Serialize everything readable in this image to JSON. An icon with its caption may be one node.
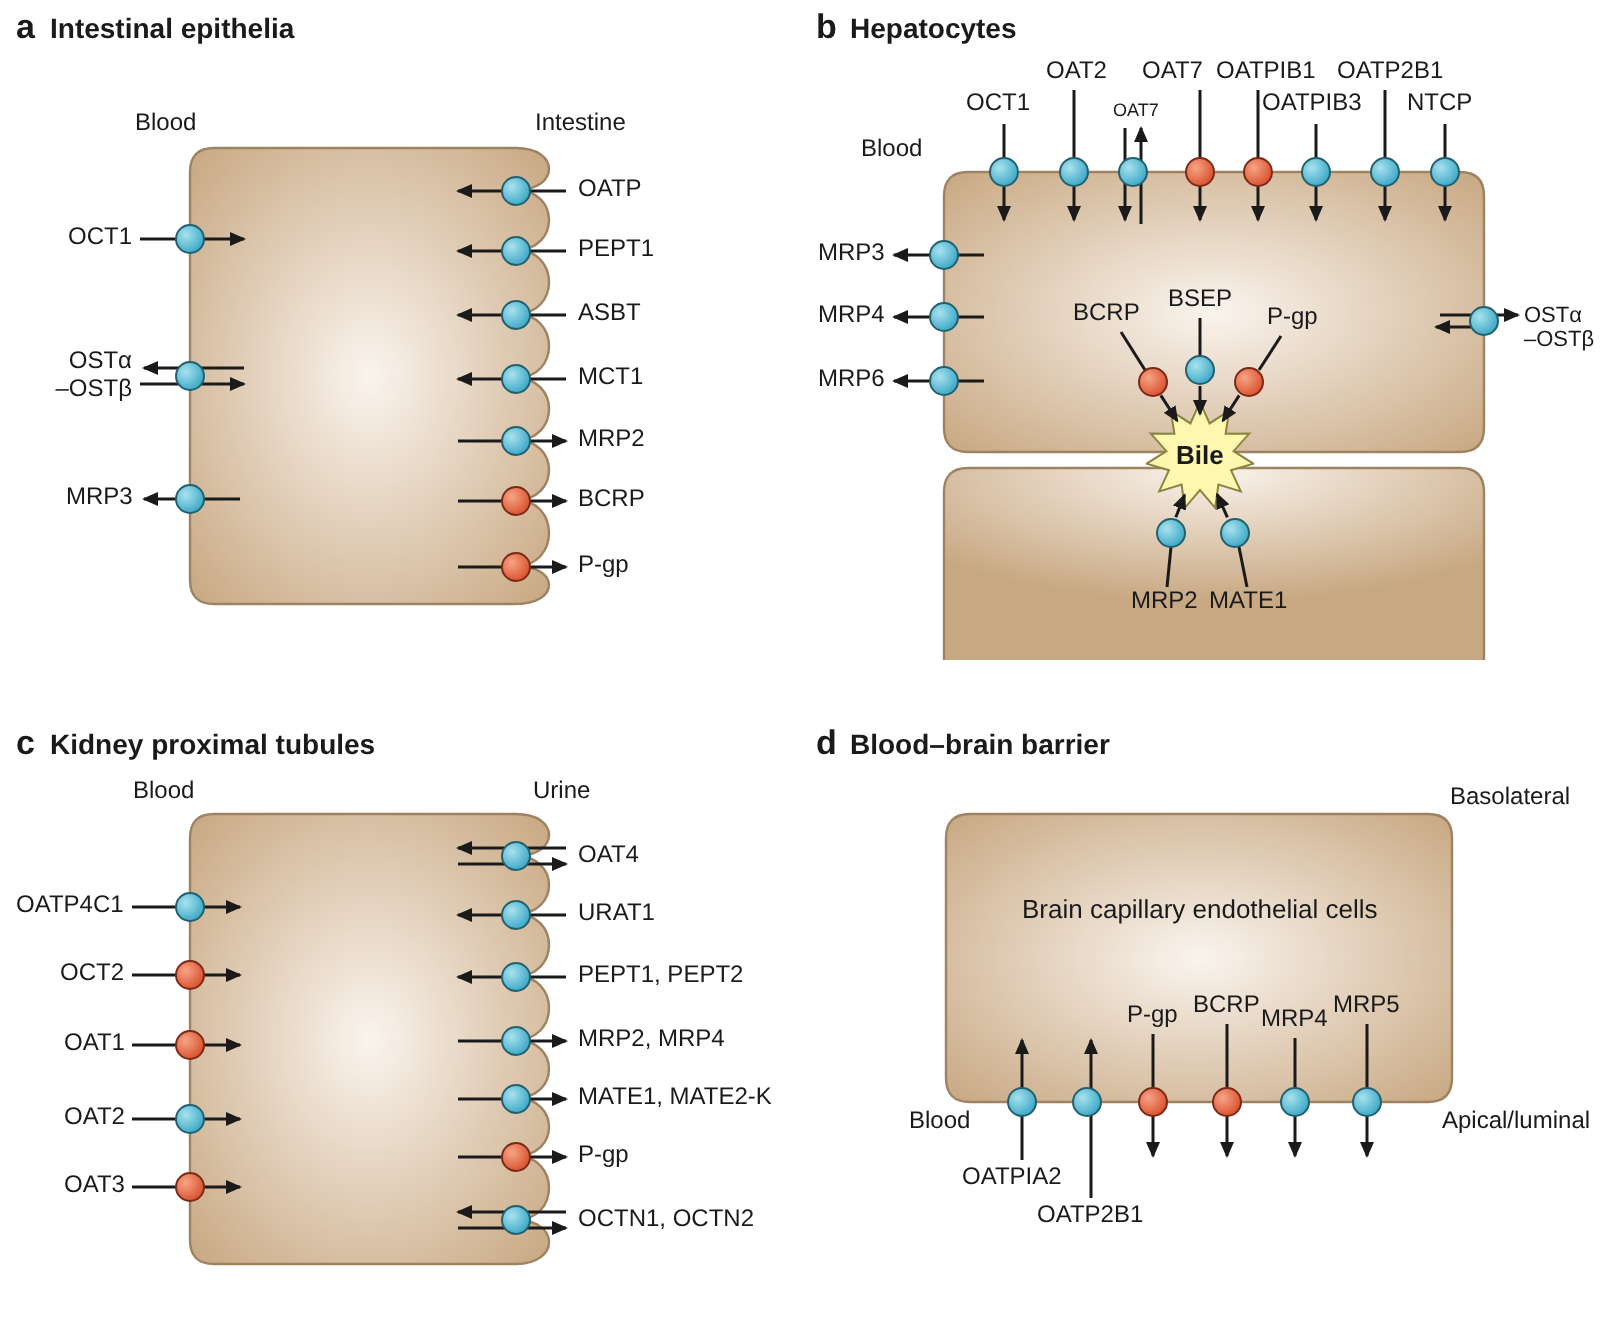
{
  "diagram": {
    "nodes": [
      {
        "text": [],
        "shape": "box"
      },
      {
        "text": [
          "OCT1"
        ]
      },
      {
        "text": [
          "OSTα –OSTβ"
        ]
      },
      {
        "text": [
          "MRP3"
        ]
      },
      {
        "text": [
          "OATP"
        ]
      },
      {
        "text": [
          "PEPT1"
        ]
      },
      {
        "text": [
          "ASBT"
        ]
      },
      {
        "text": [
          "MCT1"
        ]
      },
      {
        "text": [
          "MRP2"
        ]
      },
      {
        "text": [
          "BCRP"
        ]
      },
      {
        "text": [
          "P-gp"
        ]
      },
      {
        "text": [],
        "shape": "box"
      },
      {
        "text": [],
        "shape": "box"
      },
      {
        "text": [
          "Bile"
        ]
      },
      {
        "text": [
          "OCT1"
        ]
      },
      {
        "text": [
          "OAT2"
        ]
      },
      {
        "text": [
          "OAT7"
        ]
      },
      {
        "text": [
          "OAT7"
        ]
      },
      {
        "text": [
          "OATPIB1"
        ]
      },
      {
        "text": [
          "OATPIB3"
        ]
      },
      {
        "text": [
          "OATP2B1"
        ]
      },
      {
        "text": [
          "NTCP"
        ]
      },
      {
        "text": [
          "MRP3"
        ]
      },
      {
        "text": [
          "MRP4"
        ]
      },
      {
        "text": [
          "MRP6"
        ]
      },
      {
        "text": [
          "OSTα –OSTβ"
        ]
      },
      {
        "text": [
          "BCRP"
        ],
        "in": 11
      },
      {
        "text": [
          "BSEP"
        ],
        "in": 11
      },
      {
        "text": [
          "P-gp"
        ],
        "in": 11
      },
      {
        "text": [
          "MRP2"
        ],
        "in": 12
      },
      {
        "text": [
          "MATE1"
        ],
        "in": 12
      },
      {
        "text": [],
        "shape": "box"
      },
      {
        "text": [
          "OATP4C1"
        ]
      },
      {
        "text": [
          "OCT2"
        ]
      },
      {
        "text": [
          "OAT1"
        ]
      },
      {
        "text": [
          "OAT2"
        ]
      },
      {
        "text": [
          "OAT3"
        ]
      },
      {
        "text": [
          "OAT4"
        ]
      },
      {
        "text": [
          "URAT1"
        ]
      },
      {
        "text": [
          "PEPT1, PEPT2"
        ]
      },
      {
        "text": [
          "MRP2, MRP4"
        ]
      },
      {
        "text": [
          "MATE1, MATE2-K"
        ]
      },
      {
        "text": [
          "P-gp"
        ]
      },
      {
        "text": [
          "OCTN1, OCTN2"
        ]
      },
      {
        "text": [
          "Brain capillary endothelial cells"
        ]
      },
      {
        "text": [
          "OATPIA2"
        ]
      },
      {
        "text": [
          "OATP2B1"
        ]
      },
      {
        "text": [
          "P-gp"
        ]
      },
      {
        "text": [
          "BCRP"
        ]
      },
      {
        "text": [
          "MRP4"
        ]
      },
      {
        "text": [
          "MRP5"
        ]
      }
    ],
    "edges": [
      {
        "from": 26,
        "to": 13,
        "arrow": "to"
      },
      {
        "from": 27,
        "to": 13,
        "arrow": "to"
      },
      {
        "from": 28,
        "to": 13,
        "arrow": "to"
      },
      {
        "from": 29,
        "to": 13,
        "arrow": "to"
      },
      {
        "from": 30,
        "to": 13,
        "arrow": "to"
      }
    ],
    "labels": [
      "a",
      "Intestinal epithelia",
      "b",
      "Hepatocytes",
      "Blood",
      "Intestine",
      "Blood",
      "c",
      "Kidney proximal tubules",
      "d",
      "Blood–brain barrier",
      "Blood",
      "Urine",
      "Basolateral",
      "Blood",
      "Apical/luminal"
    ]
  }
}
